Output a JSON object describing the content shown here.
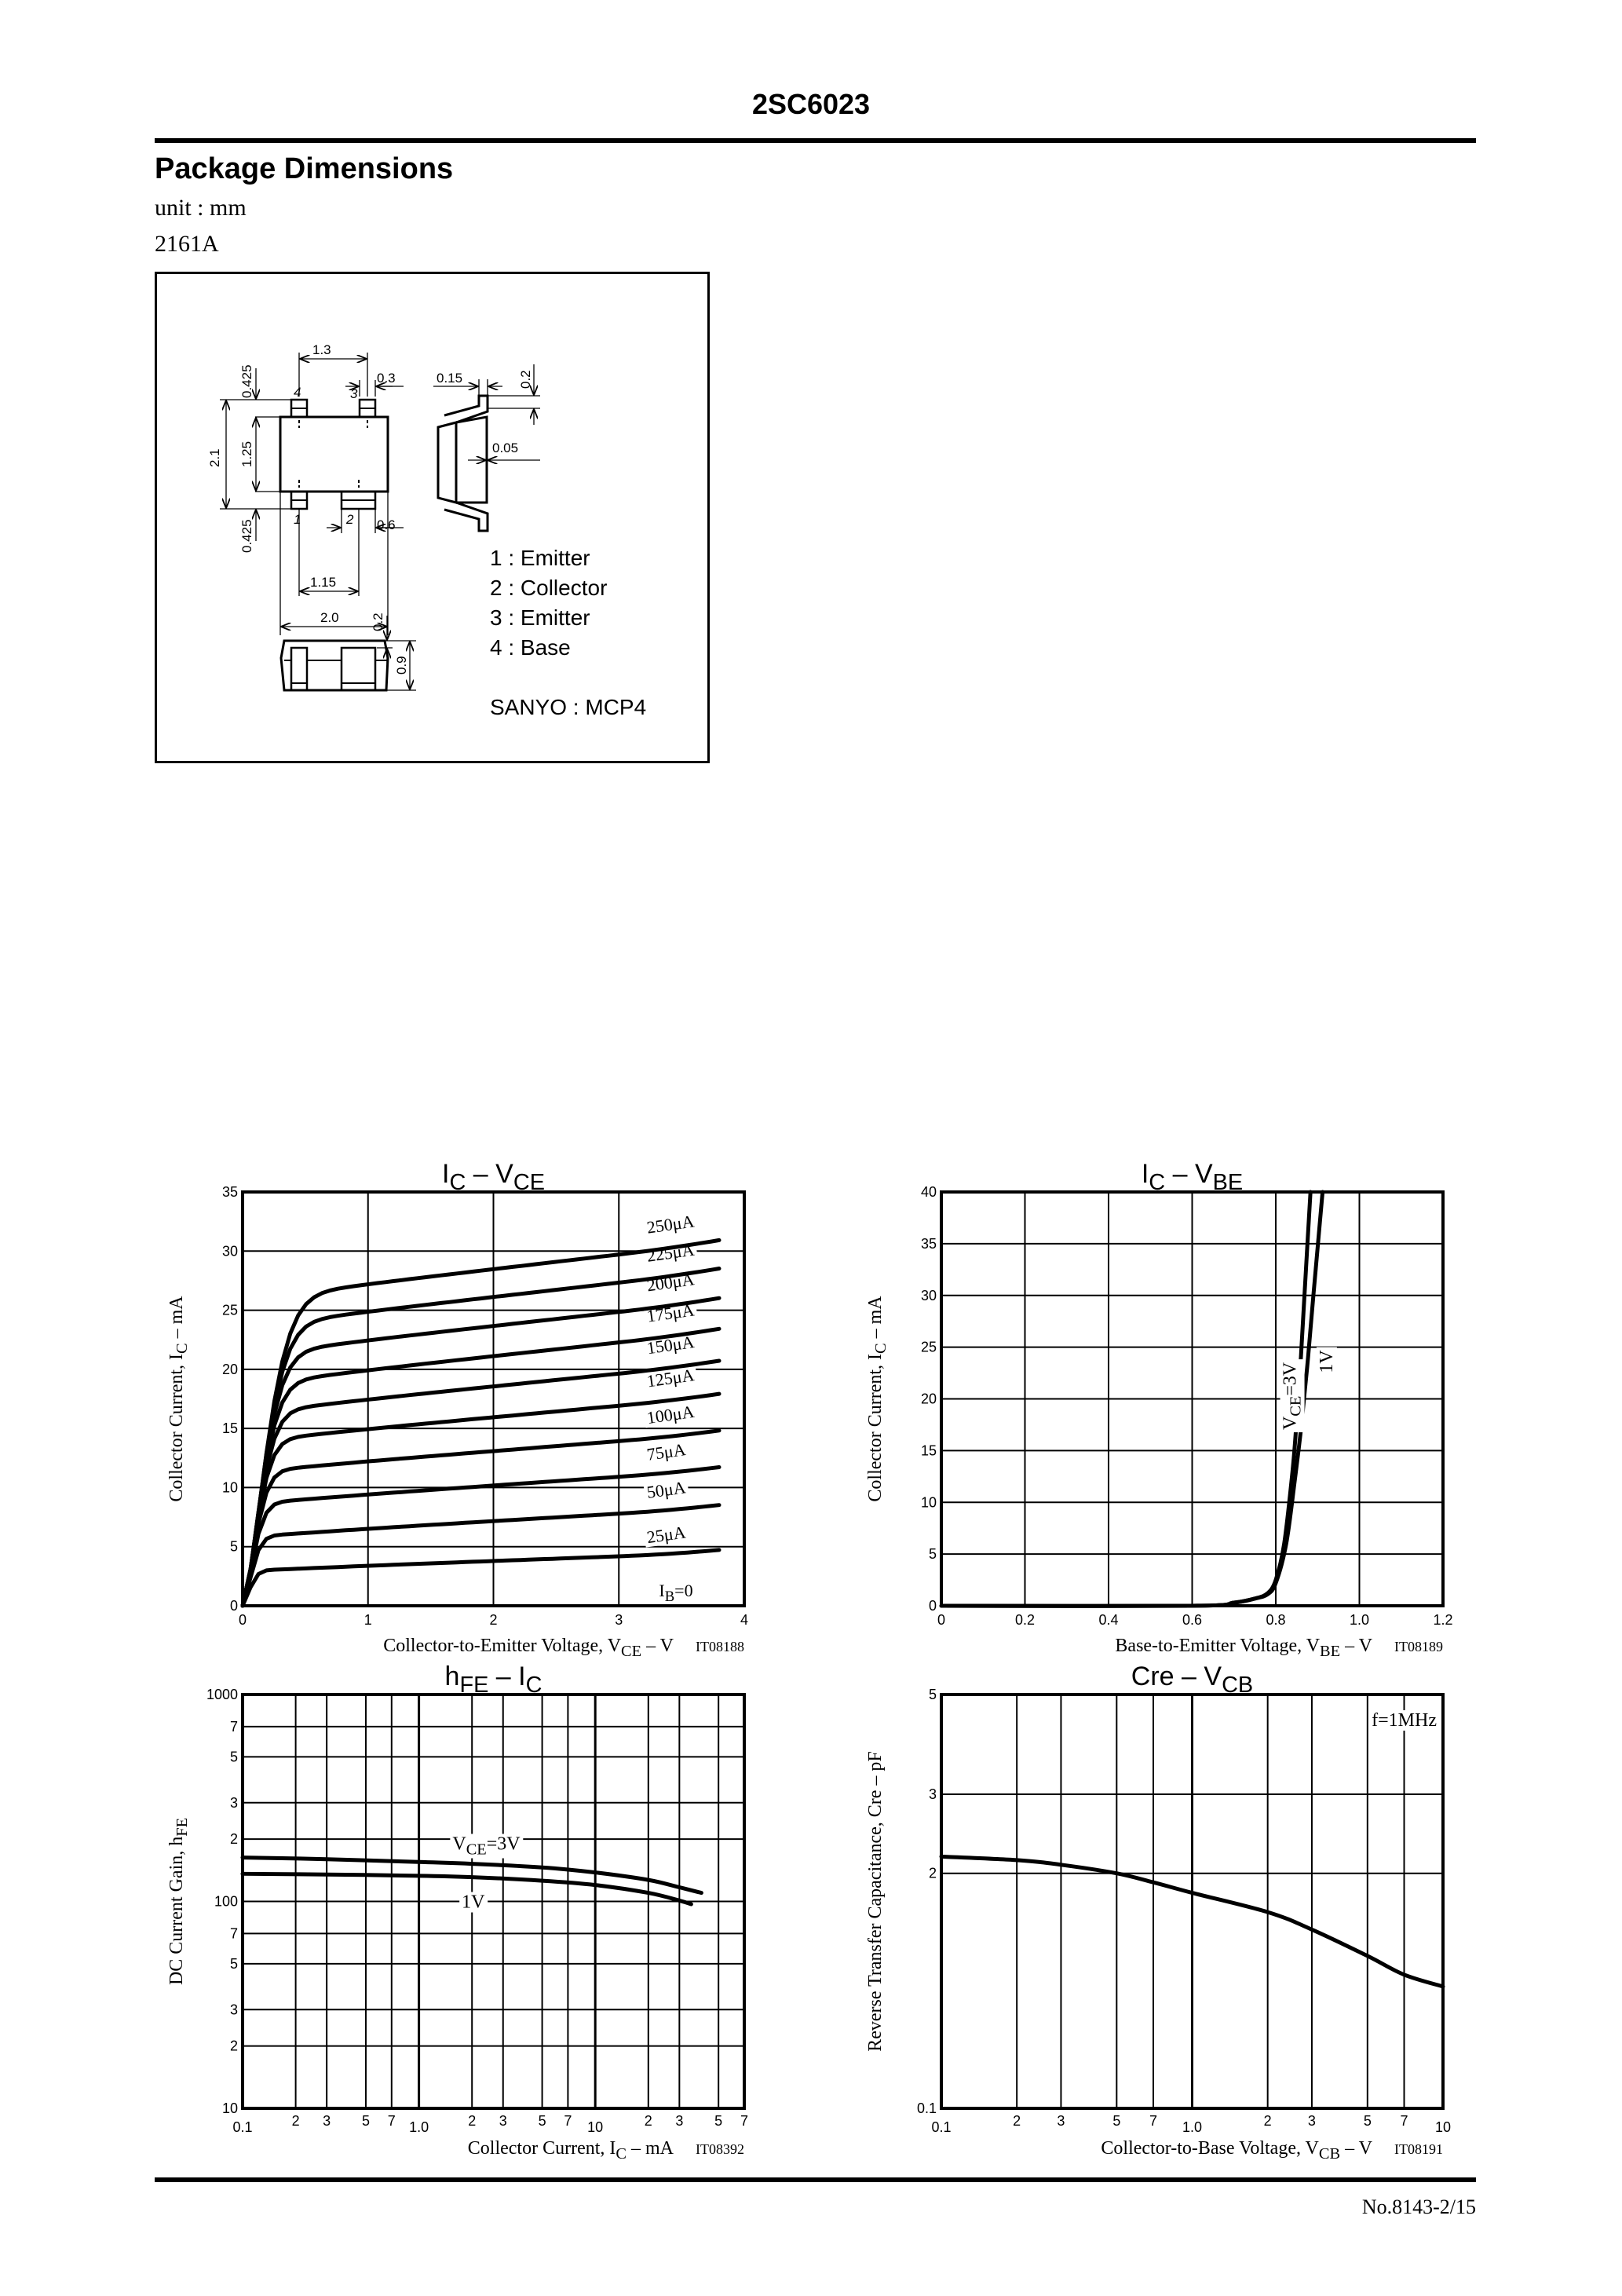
{
  "header": {
    "part_number": "2SC6023"
  },
  "package": {
    "section_title": "Package Dimensions",
    "unit": "unit : mm",
    "code": "2161A",
    "dimensions": {
      "top_span": "1.3",
      "lead_width_top": "0.3",
      "lead_len_top": "0.425",
      "total_height": "2.1",
      "body_height": "1.25",
      "lead_len_bottom": "0.425",
      "pin_pitch_bottom": "1.15",
      "body_width": "2.0",
      "collector_lead_width": "0.6",
      "side_lead_thick": "0.15",
      "side_lead_h": "0.2",
      "side_standoff": "0.05",
      "front_lead_h": "0.2",
      "front_height": "0.9"
    },
    "pin_labels": [
      "1",
      "2",
      "3",
      "4"
    ],
    "pinout": [
      "1 : Emitter",
      "2 : Collector",
      "3 : Emitter",
      "4 : Base"
    ],
    "package_name": "SANYO : MCP4"
  },
  "footer": {
    "doc_number": "No.8143-2/15"
  },
  "chart_data": [
    {
      "id": "ic_vce",
      "type": "line",
      "title_main": "I",
      "title_sub1": "C",
      "title_mid": " – V",
      "title_sub2": "CE",
      "xlabel": "Collector-to-Emitter Voltage, V",
      "xlabel_sub": "CE",
      "xlabel_tail": " – V",
      "ylabel": "Collector Current, I",
      "ylabel_sub": "C",
      "ylabel_tail": " – mA",
      "figure_code": "IT08188",
      "xlim": [
        0,
        4
      ],
      "ylim": [
        0,
        35
      ],
      "x_ticks": [
        "0",
        "1",
        "2",
        "3",
        "4"
      ],
      "y_ticks": [
        "0",
        "5",
        "10",
        "15",
        "20",
        "25",
        "30",
        "35"
      ],
      "grid": true,
      "annotation": "I_B=0",
      "series": [
        {
          "name": "25μA",
          "sat": 3.0,
          "end": 4.5
        },
        {
          "name": "50μA",
          "sat": 5.9,
          "end": 8.3
        },
        {
          "name": "75μA",
          "sat": 8.7,
          "end": 11.5
        },
        {
          "name": "100μA",
          "sat": 11.4,
          "end": 14.6
        },
        {
          "name": "125μA",
          "sat": 14.0,
          "end": 17.7
        },
        {
          "name": "150μA",
          "sat": 16.4,
          "end": 20.5
        },
        {
          "name": "175μA",
          "sat": 18.8,
          "end": 23.2
        },
        {
          "name": "200μA",
          "sat": 21.3,
          "end": 25.8
        },
        {
          "name": "225μA",
          "sat": 23.7,
          "end": 28.3
        },
        {
          "name": "250μA",
          "sat": 26.0,
          "end": 30.7
        }
      ],
      "series_x_end": 3.8
    },
    {
      "id": "ic_vbe",
      "type": "line",
      "title_main": "I",
      "title_sub1": "C",
      "title_mid": " – V",
      "title_sub2": "BE",
      "xlabel": "Base-to-Emitter Voltage, V",
      "xlabel_sub": "BE",
      "xlabel_tail": " – V",
      "ylabel": "Collector Current, I",
      "ylabel_sub": "C",
      "ylabel_tail": " – mA",
      "figure_code": "IT08189",
      "xlim": [
        0,
        1.2
      ],
      "ylim": [
        0,
        40
      ],
      "x_ticks": [
        "0",
        "0.2",
        "0.4",
        "0.6",
        "0.8",
        "1.0",
        "1.2"
      ],
      "y_ticks": [
        "0",
        "5",
        "10",
        "15",
        "20",
        "25",
        "30",
        "35",
        "40"
      ],
      "grid": true,
      "series": [
        {
          "name": "V_CE=3V",
          "label_main": "V",
          "label_sub": "CE",
          "label_tail": "=3V",
          "x": [
            0.0,
            0.6,
            0.7,
            0.75,
            0.78,
            0.8,
            0.82,
            0.84,
            0.85,
            0.86,
            0.87,
            0.883
          ],
          "y": [
            0,
            0,
            0.3,
            0.7,
            1.2,
            2.5,
            6,
            13,
            18,
            24,
            31,
            40
          ]
        },
        {
          "name": "1V",
          "label_main": "1V",
          "x": [
            0.0,
            0.6,
            0.7,
            0.75,
            0.78,
            0.8,
            0.825,
            0.845,
            0.86,
            0.875,
            0.89,
            0.912
          ],
          "y": [
            0,
            0,
            0.3,
            0.7,
            1.1,
            2.2,
            6,
            12,
            17,
            23,
            30,
            40
          ]
        }
      ]
    },
    {
      "id": "hfe_ic",
      "type": "line",
      "title_main": "h",
      "title_sub1": "FE",
      "title_mid": " – I",
      "title_sub2": "C",
      "xlabel": "Collector Current, I",
      "xlabel_sub": "C",
      "xlabel_tail": " – mA",
      "ylabel": "DC Current Gain, h",
      "ylabel_sub": "FE",
      "ylabel_tail": "",
      "figure_code": "IT08392",
      "xscale": "log",
      "yscale": "log",
      "xlim": [
        0.1,
        70
      ],
      "ylim": [
        10,
        1000
      ],
      "x_tick_labels": [
        {
          "v": 0.1,
          "t": "0.1"
        },
        {
          "v": 0.2,
          "t": "2"
        },
        {
          "v": 0.3,
          "t": "3"
        },
        {
          "v": 0.5,
          "t": "5"
        },
        {
          "v": 0.7,
          "t": "7"
        },
        {
          "v": 1,
          "t": "1.0"
        },
        {
          "v": 2,
          "t": "2"
        },
        {
          "v": 3,
          "t": "3"
        },
        {
          "v": 5,
          "t": "5"
        },
        {
          "v": 7,
          "t": "7"
        },
        {
          "v": 10,
          "t": "10"
        },
        {
          "v": 20,
          "t": "2"
        },
        {
          "v": 30,
          "t": "3"
        },
        {
          "v": 50,
          "t": "5"
        },
        {
          "v": 70,
          "t": "7"
        }
      ],
      "y_tick_labels": [
        {
          "v": 10,
          "t": "10"
        },
        {
          "v": 20,
          "t": "2"
        },
        {
          "v": 30,
          "t": "3"
        },
        {
          "v": 50,
          "t": "5"
        },
        {
          "v": 70,
          "t": "7"
        },
        {
          "v": 100,
          "t": "100"
        },
        {
          "v": 200,
          "t": "2"
        },
        {
          "v": 300,
          "t": "3"
        },
        {
          "v": 500,
          "t": "5"
        },
        {
          "v": 700,
          "t": "7"
        },
        {
          "v": 1000,
          "t": "1000"
        }
      ],
      "grid": true,
      "series": [
        {
          "name": "V_CE=3V",
          "label_main": "V",
          "label_sub": "CE",
          "label_tail": "=3V",
          "x": [
            0.1,
            0.3,
            1,
            2,
            5,
            10,
            20,
            30,
            40
          ],
          "y": [
            163,
            160,
            155,
            152,
            146,
            138,
            127,
            117,
            110
          ]
        },
        {
          "name": "1V",
          "label_main": "1V",
          "x": [
            0.1,
            0.3,
            1,
            2,
            5,
            10,
            20,
            30,
            35
          ],
          "y": [
            136,
            135,
            133,
            131,
            126,
            120,
            110,
            101,
            97
          ]
        }
      ]
    },
    {
      "id": "cre_vcb",
      "type": "line",
      "title_main": "Cre",
      "title_sub1": "",
      "title_mid": " – V",
      "title_sub2": "CB",
      "xlabel": "Collector-to-Base Voltage, V",
      "xlabel_sub": "CB",
      "xlabel_tail": " – V",
      "ylabel": "Reverse Transfer Capacitance, Cre  –  pF",
      "ylabel_sub": "",
      "ylabel_tail": "",
      "figure_code": "IT08191",
      "annotation": "f=1MHz",
      "xscale": "log",
      "yscale": "log",
      "xlim": [
        0.1,
        10
      ],
      "ylim": [
        0.6,
        5
      ],
      "x_tick_labels": [
        {
          "v": 0.1,
          "t": "0.1"
        },
        {
          "v": 0.2,
          "t": "2"
        },
        {
          "v": 0.3,
          "t": "3"
        },
        {
          "v": 0.5,
          "t": "5"
        },
        {
          "v": 0.7,
          "t": "7"
        },
        {
          "v": 1,
          "t": "1.0"
        },
        {
          "v": 2,
          "t": "2"
        },
        {
          "v": 3,
          "t": "3"
        },
        {
          "v": 5,
          "t": "5"
        },
        {
          "v": 7,
          "t": "7"
        },
        {
          "v": 10,
          "t": "10"
        }
      ],
      "y_tick_labels": [
        {
          "v": 0.6,
          "t": "0.1"
        },
        {
          "v": 2,
          "t": "2"
        },
        {
          "v": 3,
          "t": "3"
        },
        {
          "v": 5,
          "t": "5"
        }
      ],
      "grid": true,
      "series": [
        {
          "name": "Cre",
          "x": [
            0.1,
            0.2,
            0.3,
            0.5,
            0.7,
            1.0,
            2.0,
            3.0,
            5.0,
            7.0,
            10.0
          ],
          "y": [
            2.18,
            2.14,
            2.09,
            2.0,
            1.91,
            1.81,
            1.64,
            1.5,
            1.31,
            1.19,
            1.12
          ]
        }
      ]
    }
  ]
}
